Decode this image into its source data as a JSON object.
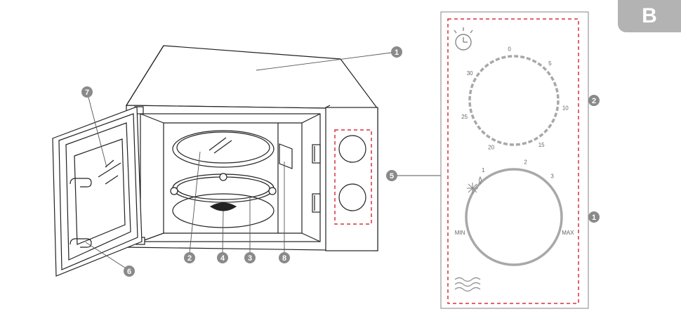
{
  "section_tab": "B",
  "callouts": {
    "housing": "1",
    "glass_tray": "2",
    "ring": "3",
    "coupler": "4",
    "control_panel": "5",
    "door_lock": "6",
    "door_window": "7",
    "waveguide_cover": "8",
    "timer_knob": "2",
    "power_knob": "1"
  },
  "timer_dial": {
    "ticks": [
      "0",
      "5",
      "10",
      "15",
      "20",
      "25",
      "30"
    ],
    "symbol": "clock-icon"
  },
  "power_dial": {
    "ticks": [
      "MIN",
      "1",
      "2",
      "3",
      "MAX"
    ],
    "symbols": [
      "defrost-icon",
      "heat-waves-icon"
    ]
  },
  "colors": {
    "dashed_outline": "#d9303f",
    "badge": "#8a8a8a",
    "tab": "#b3b3b3",
    "dial": "#a8a8a8"
  }
}
